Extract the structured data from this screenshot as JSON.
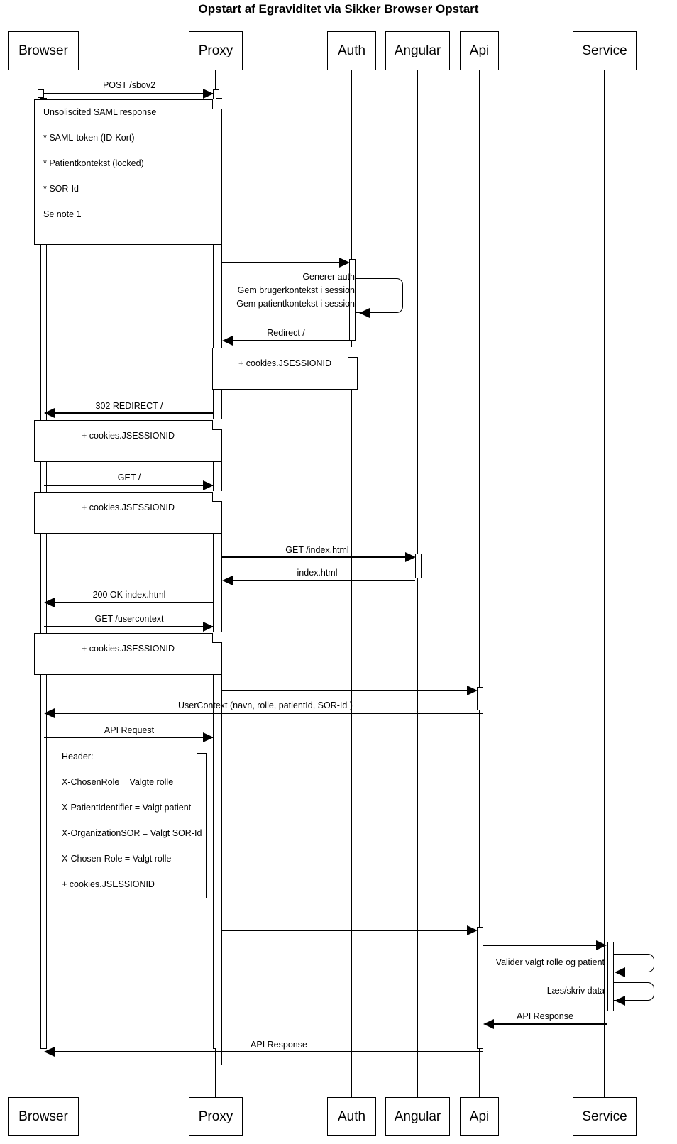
{
  "diagram": {
    "title": "Opstart af Egraviditet via Sikker Browser Opstart",
    "type": "uml-sequence-diagram",
    "stroke_color": "#000000",
    "background_color": "#ffffff"
  },
  "participants": [
    {
      "id": "browser",
      "label": "Browser"
    },
    {
      "id": "proxy",
      "label": "Proxy"
    },
    {
      "id": "auth",
      "label": "Auth"
    },
    {
      "id": "angular",
      "label": "Angular"
    },
    {
      "id": "api",
      "label": "Api"
    },
    {
      "id": "service",
      "label": "Service"
    }
  ],
  "messages": [
    {
      "id": "m1",
      "label": "POST /sbov2",
      "from": "browser",
      "to": "proxy",
      "direction": "right"
    },
    {
      "id": "m2",
      "label": "",
      "from": "proxy",
      "to": "auth",
      "direction": "right"
    },
    {
      "id": "m3",
      "label": "Generer auth",
      "from": "auth",
      "to": "auth",
      "direction": "self"
    },
    {
      "id": "m4",
      "label": "Gem brugerkontekst i session",
      "from": "auth",
      "to": "auth",
      "direction": "self"
    },
    {
      "id": "m5",
      "label": "Gem patientkontekst i session",
      "from": "auth",
      "to": "auth",
      "direction": "self"
    },
    {
      "id": "m6",
      "label": "Redirect /",
      "from": "auth",
      "to": "proxy",
      "direction": "left"
    },
    {
      "id": "m7",
      "label": "302 REDIRECT /",
      "from": "proxy",
      "to": "browser",
      "direction": "left"
    },
    {
      "id": "m8",
      "label": "GET /",
      "from": "browser",
      "to": "proxy",
      "direction": "right"
    },
    {
      "id": "m9",
      "label": "GET /index.html",
      "from": "proxy",
      "to": "angular",
      "direction": "right"
    },
    {
      "id": "m10",
      "label": "index.html",
      "from": "angular",
      "to": "proxy",
      "direction": "left"
    },
    {
      "id": "m11",
      "label": "200 OK index.html",
      "from": "proxy",
      "to": "browser",
      "direction": "left"
    },
    {
      "id": "m12",
      "label": "GET /usercontext",
      "from": "browser",
      "to": "proxy",
      "direction": "right"
    },
    {
      "id": "m13",
      "label": "",
      "from": "proxy",
      "to": "api",
      "direction": "right"
    },
    {
      "id": "m14",
      "label": "UserContext (navn, rolle, patientId, SOR-Id )",
      "from": "api",
      "to": "browser",
      "direction": "left"
    },
    {
      "id": "m15",
      "label": "API Request",
      "from": "browser",
      "to": "proxy",
      "direction": "right"
    },
    {
      "id": "m16",
      "label": "",
      "from": "proxy",
      "to": "api",
      "direction": "right"
    },
    {
      "id": "m17",
      "label": "",
      "from": "api",
      "to": "service",
      "direction": "right"
    },
    {
      "id": "m18",
      "label": "Valider valgt rolle og patient",
      "from": "service",
      "to": "service",
      "direction": "self"
    },
    {
      "id": "m19",
      "label": "Læs/skriv data",
      "from": "service",
      "to": "service",
      "direction": "self"
    },
    {
      "id": "m20",
      "label": "API Response",
      "from": "service",
      "to": "api",
      "direction": "left"
    },
    {
      "id": "m21",
      "label": "API Response",
      "from": "api",
      "to": "browser",
      "direction": "left"
    }
  ],
  "notes": [
    {
      "id": "note-saml",
      "lines": [
        "Unsoliscited SAML response",
        "* SAML-token (ID-Kort)",
        "* Patientkontekst (locked)",
        "* SOR-Id",
        "Se note 1"
      ]
    },
    {
      "id": "note-jsessionid-1",
      "lines": [
        "+ cookies.JSESSIONID"
      ]
    },
    {
      "id": "note-jsessionid-2",
      "lines": [
        "+ cookies.JSESSIONID"
      ]
    },
    {
      "id": "note-jsessionid-3",
      "lines": [
        "+ cookies.JSESSIONID"
      ]
    },
    {
      "id": "note-jsessionid-4",
      "lines": [
        "+ cookies.JSESSIONID"
      ]
    },
    {
      "id": "note-header",
      "lines": [
        "Header:",
        "X-ChosenRole = Valgte rolle",
        "X-PatientIdentifier = Valgt patient",
        "X-OrganizationSOR = Valgt SOR-Id",
        "X-Chosen-Role = Valgt rolle",
        "+ cookies.JSESSIONID"
      ]
    }
  ]
}
